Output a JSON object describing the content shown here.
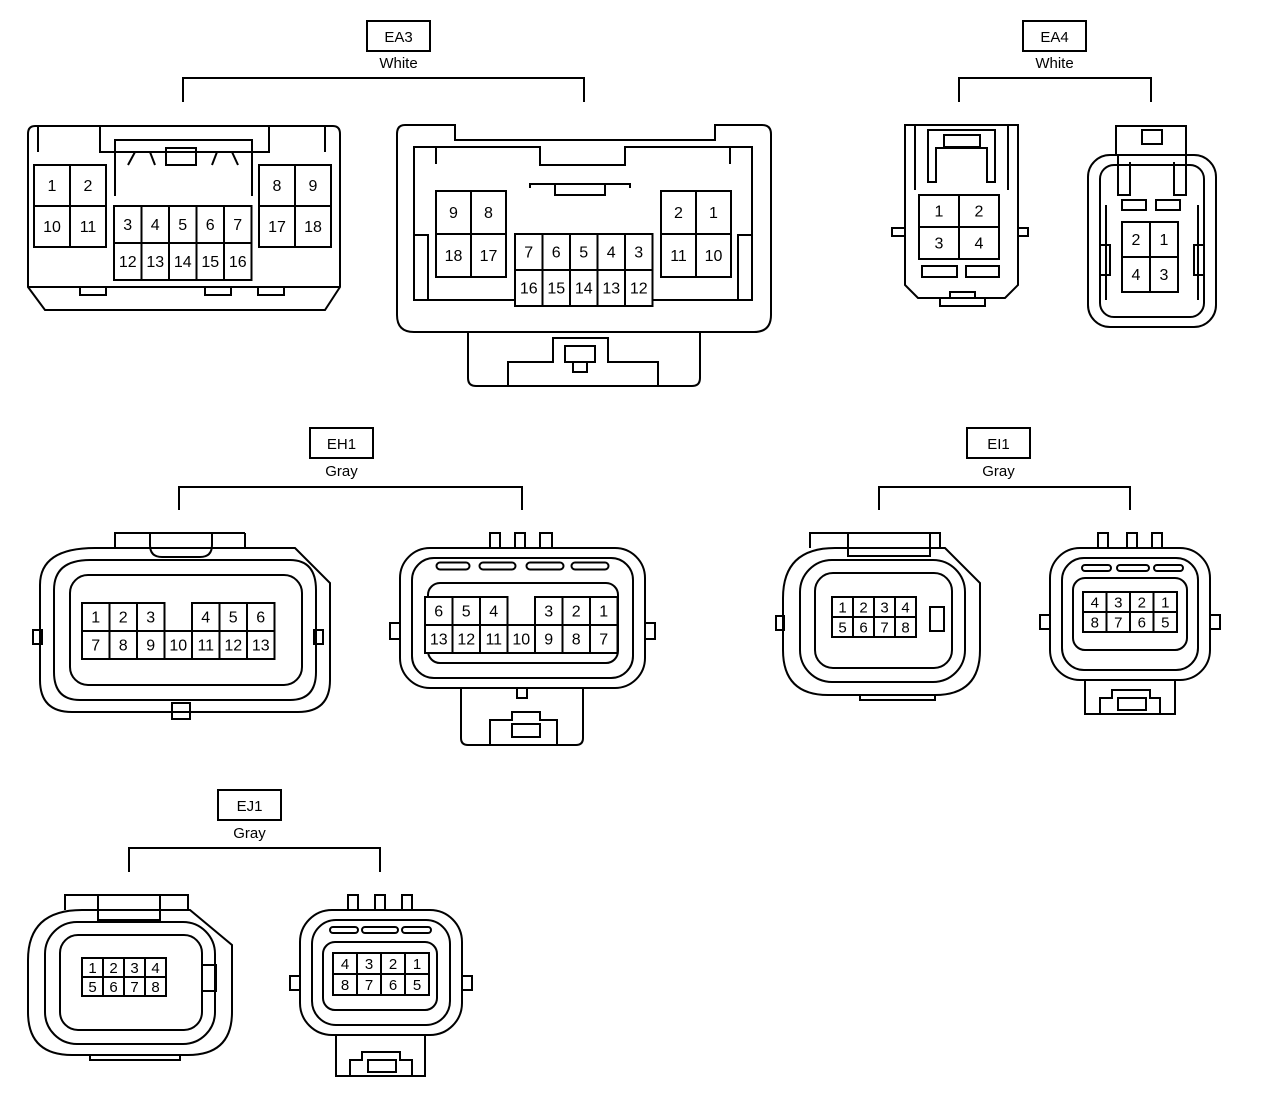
{
  "connectors": [
    {
      "id": "EA3",
      "color": "White",
      "views": [
        {
          "blocks": [
            {
              "rows": [
                [
                  "1",
                  "2"
                ],
                [
                  "10",
                  "11"
                ]
              ]
            },
            {
              "rows": [
                [
                  "3",
                  "4",
                  "5",
                  "6",
                  "7"
                ],
                [
                  "12",
                  "13",
                  "14",
                  "15",
                  "16"
                ]
              ]
            },
            {
              "rows": [
                [
                  "8",
                  "9"
                ],
                [
                  "17",
                  "18"
                ]
              ]
            }
          ]
        },
        {
          "blocks": [
            {
              "rows": [
                [
                  "9",
                  "8"
                ],
                [
                  "18",
                  "17"
                ]
              ]
            },
            {
              "rows": [
                [
                  "7",
                  "6",
                  "5",
                  "4",
                  "3"
                ],
                [
                  "16",
                  "15",
                  "14",
                  "13",
                  "12"
                ]
              ]
            },
            {
              "rows": [
                [
                  "2",
                  "1"
                ],
                [
                  "11",
                  "10"
                ]
              ]
            }
          ]
        }
      ]
    },
    {
      "id": "EA4",
      "color": "White",
      "views": [
        {
          "blocks": [
            {
              "rows": [
                [
                  "1",
                  "2"
                ],
                [
                  "3",
                  "4"
                ]
              ]
            }
          ]
        },
        {
          "blocks": [
            {
              "rows": [
                [
                  "2",
                  "1"
                ],
                [
                  "4",
                  "3"
                ]
              ]
            }
          ]
        }
      ]
    },
    {
      "id": "EH1",
      "color": "Gray",
      "views": [
        {
          "blocks": [
            {
              "rows": [
                [
                  "1",
                  "2",
                  "3",
                  "",
                  "4",
                  "5",
                  "6"
                ],
                [
                  "7",
                  "8",
                  "9",
                  "10",
                  "11",
                  "12",
                  "13"
                ]
              ]
            }
          ]
        },
        {
          "blocks": [
            {
              "rows": [
                [
                  "6",
                  "5",
                  "4",
                  "",
                  "3",
                  "2",
                  "1"
                ],
                [
                  "13",
                  "12",
                  "11",
                  "10",
                  "9",
                  "8",
                  "7"
                ]
              ]
            }
          ]
        }
      ]
    },
    {
      "id": "EI1",
      "color": "Gray",
      "views": [
        {
          "blocks": [
            {
              "rows": [
                [
                  "1",
                  "2",
                  "3",
                  "4"
                ],
                [
                  "5",
                  "6",
                  "7",
                  "8"
                ]
              ]
            }
          ]
        },
        {
          "blocks": [
            {
              "rows": [
                [
                  "4",
                  "3",
                  "2",
                  "1"
                ],
                [
                  "8",
                  "7",
                  "6",
                  "5"
                ]
              ]
            }
          ]
        }
      ]
    },
    {
      "id": "EJ1",
      "color": "Gray",
      "views": [
        {
          "blocks": [
            {
              "rows": [
                [
                  "1",
                  "2",
                  "3",
                  "4"
                ],
                [
                  "5",
                  "6",
                  "7",
                  "8"
                ]
              ]
            }
          ]
        },
        {
          "blocks": [
            {
              "rows": [
                [
                  "4",
                  "3",
                  "2",
                  "1"
                ],
                [
                  "8",
                  "7",
                  "6",
                  "5"
                ]
              ]
            }
          ]
        }
      ]
    }
  ]
}
